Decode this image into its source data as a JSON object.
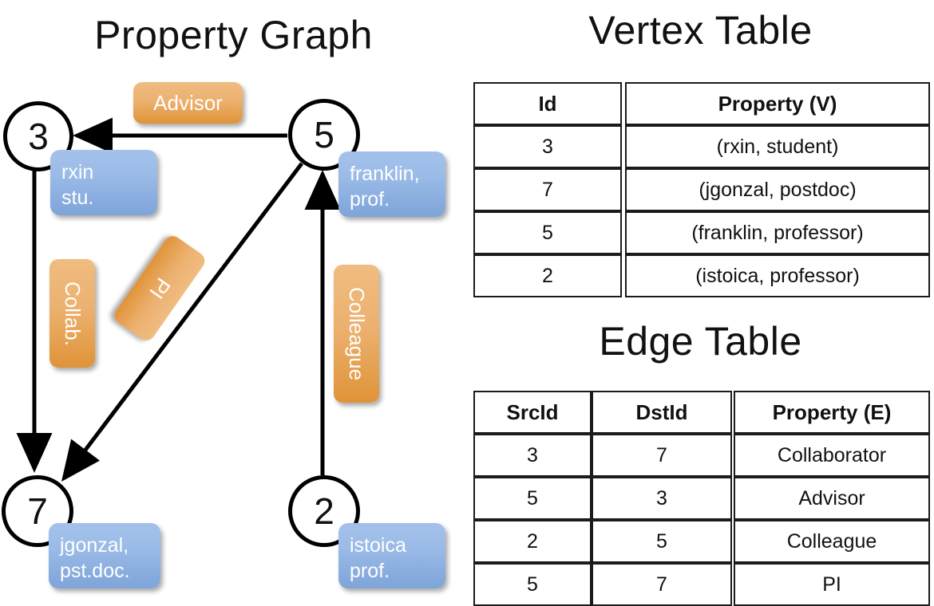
{
  "graph": {
    "title": "Property Graph",
    "vertices": [
      {
        "id": "3",
        "property_label": "rxin\nstu.",
        "line1": "rxin",
        "line2": "stu."
      },
      {
        "id": "5",
        "property_label": "franklin,\nprof.",
        "line1": "franklin,",
        "line2": "prof."
      },
      {
        "id": "7",
        "property_label": "jgonzal,\npst.doc.",
        "line1": "jgonzal,",
        "line2": "pst.doc."
      },
      {
        "id": "2",
        "property_label": "istoica\nprof.",
        "line1": "istoica",
        "line2": "prof."
      }
    ],
    "edge_labels": [
      {
        "name": "advisor-label",
        "text": "Advisor",
        "orientation": "horizontal"
      },
      {
        "name": "collab-label",
        "text": "Collab.",
        "orientation": "vertical"
      },
      {
        "name": "pi-label",
        "text": "PI",
        "orientation": "diagonal"
      },
      {
        "name": "colleague-label",
        "text": "Colleague",
        "orientation": "vertical"
      }
    ]
  },
  "vertex_table": {
    "title": "Vertex Table",
    "columns": [
      "Id",
      "Property (V)"
    ],
    "rows": [
      {
        "id": "3",
        "property": "(rxin, student)"
      },
      {
        "id": "7",
        "property": "(jgonzal, postdoc)"
      },
      {
        "id": "5",
        "property": "(franklin, professor)"
      },
      {
        "id": "2",
        "property": "(istoica, professor)"
      }
    ]
  },
  "edge_table": {
    "title": "Edge Table",
    "columns": [
      "SrcId",
      "DstId",
      "Property (E)"
    ],
    "rows": [
      {
        "src": "3",
        "dst": "7",
        "property": "Collaborator"
      },
      {
        "src": "5",
        "dst": "3",
        "property": "Advisor"
      },
      {
        "src": "2",
        "dst": "5",
        "property": "Colleague"
      },
      {
        "src": "5",
        "dst": "7",
        "property": "PI"
      }
    ]
  },
  "colors": {
    "vertex_cell_fill": "#d3deef",
    "edge_cell_fill": "#f5ddc4",
    "node_box_fill": "#9cbce8",
    "edge_label_fill": "#ecb170",
    "stroke": "#000000"
  }
}
